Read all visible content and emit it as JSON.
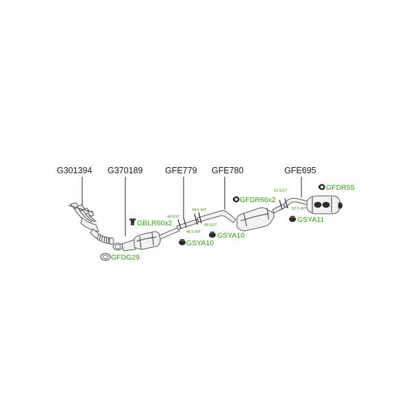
{
  "parts": [
    {
      "id": "G301394",
      "label": "G301394"
    },
    {
      "id": "G370189",
      "label": "G370189"
    },
    {
      "id": "GFE779",
      "label": "GFE779"
    },
    {
      "id": "GFE780",
      "label": "GFE780"
    },
    {
      "id": "GFE695",
      "label": "GFE695"
    }
  ],
  "accessories": [
    {
      "id": "GFDG29",
      "label": "GFDG29",
      "icon": "gasket-ring-icon"
    },
    {
      "id": "GBLR60x2",
      "label": "GBLR60x2",
      "icon": "bolt-icon"
    },
    {
      "id": "GSYA10a",
      "label": "GSYA10",
      "icon": "rubber-mount-icon"
    },
    {
      "id": "GSYA10b",
      "label": "GSYA10",
      "icon": "rubber-mount-icon"
    },
    {
      "id": "GFDR66x2",
      "label": "GFDR66x2",
      "icon": "clamp-icon"
    },
    {
      "id": "GSYA11",
      "label": "GSYA11",
      "icon": "rubber-mount-icon"
    },
    {
      "id": "GFDR55",
      "label": "GFDR55",
      "icon": "clamp-icon"
    }
  ],
  "dimensions": [
    {
      "id": "d48ext",
      "label": "48 EXT"
    },
    {
      "id": "d48int",
      "label": "48.5 INT"
    },
    {
      "id": "d485int",
      "label": "48.5 INT"
    },
    {
      "id": "d48ext2",
      "label": "48 EXT"
    },
    {
      "id": "d52ext",
      "label": "52 EXT"
    },
    {
      "id": "d525int",
      "label": "52.5 INT"
    }
  ],
  "colors": {
    "accessory_text": "#3a9a1c",
    "part_text": "#1a1a1a",
    "line": "#555555"
  }
}
